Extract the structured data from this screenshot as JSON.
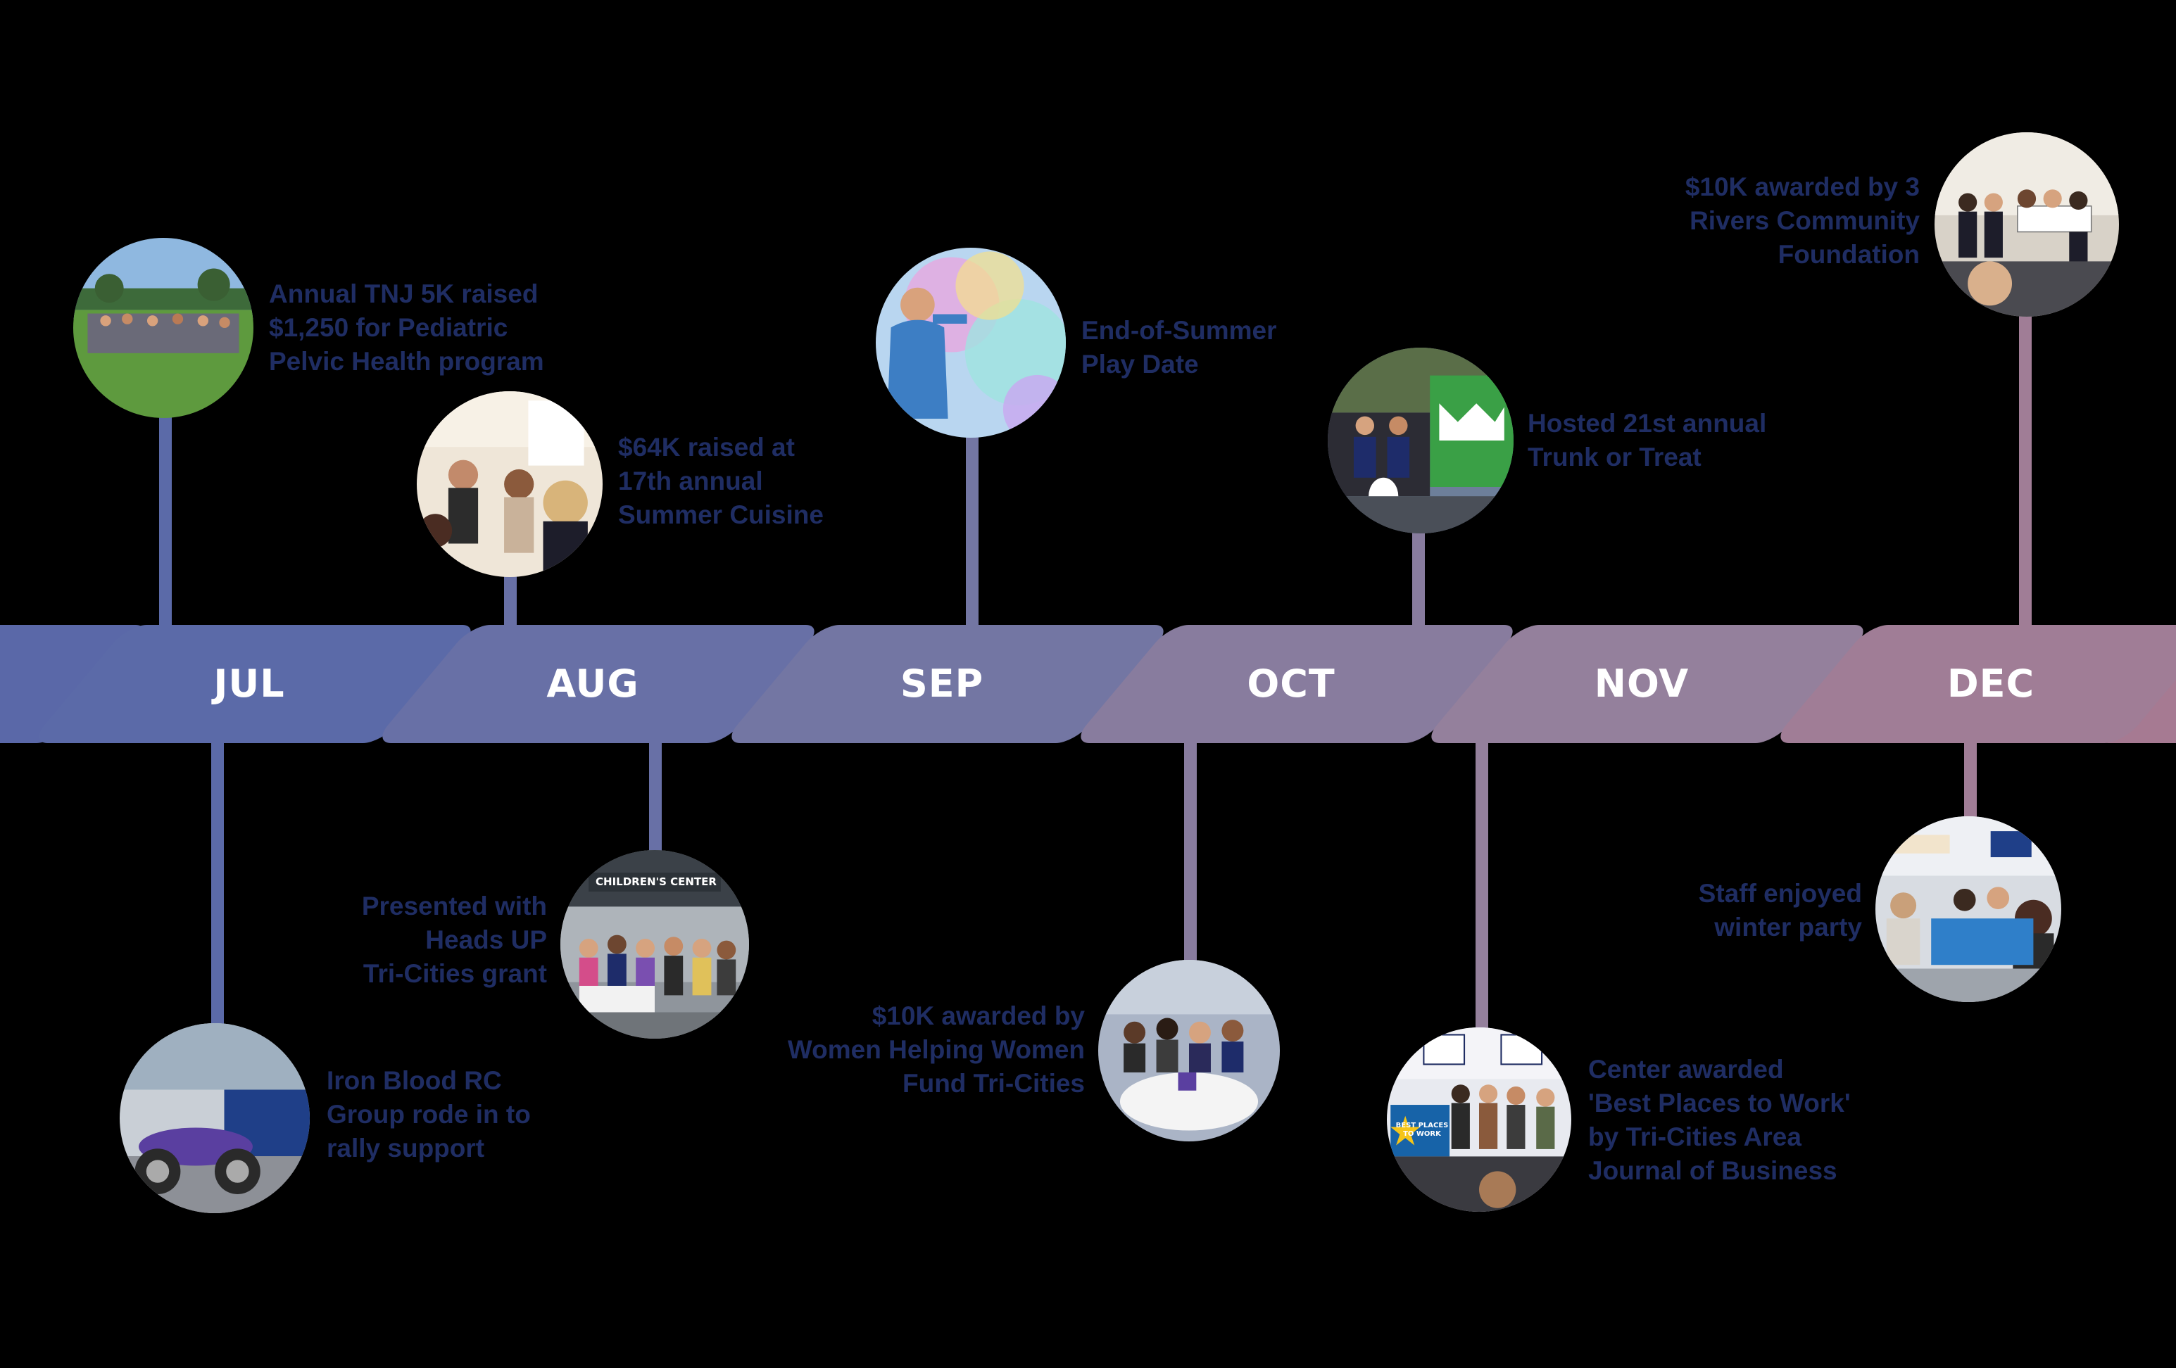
{
  "months": [
    {
      "label": "JUL"
    },
    {
      "label": "AUG"
    },
    {
      "label": "SEP"
    },
    {
      "label": "OCT"
    },
    {
      "label": "NOV"
    },
    {
      "label": "DEC"
    }
  ],
  "events": {
    "jul_top": {
      "caption": "Annual TNJ 5K raised\n$1,250 for Pediatric\nPelvic Health program"
    },
    "jul_bottom": {
      "caption": "Iron Blood RC\nGroup rode in to\nrally support"
    },
    "aug_top": {
      "caption": "$64K raised at\n17th annual\nSummer Cuisine"
    },
    "aug_bottom": {
      "caption": "Presented with\nHeads UP\nTri-Cities grant",
      "photo_sign": "CHILDREN'S CENTER"
    },
    "sep_top": {
      "caption": "End-of-Summer\nPlay Date"
    },
    "oct_top": {
      "caption": "Hosted 21st annual\nTrunk or Treat"
    },
    "oct_bottom": {
      "caption": "$10K awarded by\nWomen Helping Women\nFund Tri-Cities"
    },
    "nov_bottom": {
      "caption": "Center awarded\n'Best Places to Work'\n by Tri-Cities Area\nJournal of Business",
      "photo_banner": "BEST PLACES TO WORK"
    },
    "dec_top": {
      "caption": "$10K awarded by 3\nRivers Community\nFoundation"
    },
    "dec_bottom": {
      "caption": "Staff enjoyed\nwinter party"
    }
  },
  "colors": {
    "background": "#000000",
    "caption_text": "#1f2d63",
    "month_text": "#ffffff",
    "jul": "#5b6aa8",
    "aug": "#6870a6",
    "sep": "#7376a3",
    "oct": "#887c9e",
    "nov": "#94809c",
    "dec": "#a07d96"
  }
}
